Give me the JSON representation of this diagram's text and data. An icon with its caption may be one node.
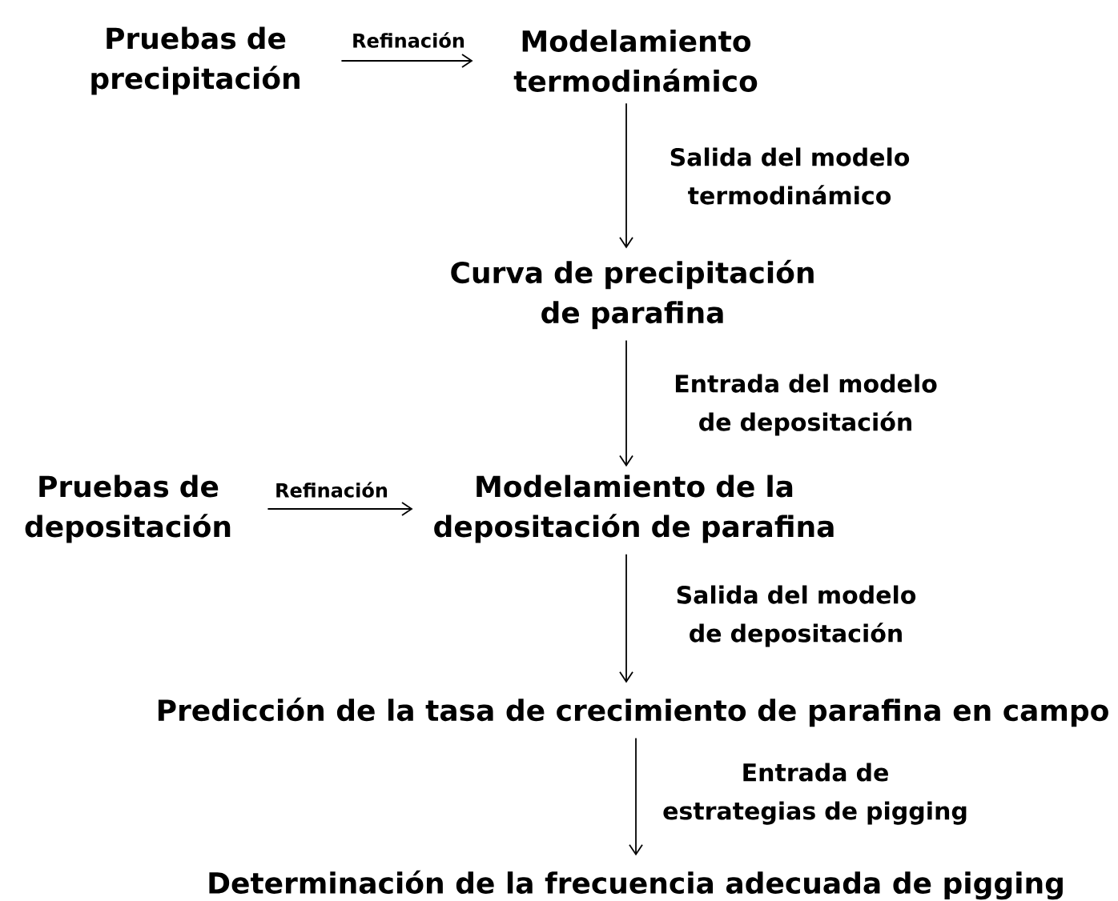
{
  "diagram": {
    "nodes": [
      {
        "text": [
          "Pruebas de precipitación"
        ]
      },
      {
        "text": [
          "Modelamiento termodinámico"
        ]
      },
      {
        "text": [
          "Curva de precipitación de parafina"
        ]
      },
      {
        "text": [
          "Pruebas de depositación"
        ]
      },
      {
        "text": [
          "Modelamiento de la depositación de parafina"
        ]
      },
      {
        "text": [
          "Predicción de la tasa de crecimiento de parafina en campo"
        ]
      },
      {
        "text": [
          "Determinación de la frecuencia adecuada de pigging"
        ]
      }
    ],
    "edges": [
      {
        "from": 0,
        "to": 1,
        "arrow": "to",
        "label": "Refinación"
      },
      {
        "from": 1,
        "to": 2,
        "arrow": "to",
        "label": "Salida del modelo termodinámico"
      },
      {
        "from": 2,
        "to": 4,
        "arrow": "to",
        "label": "Entrada del modelo de depositación"
      },
      {
        "from": 3,
        "to": 4,
        "arrow": "to",
        "label": "Refinación"
      },
      {
        "from": 4,
        "to": 5,
        "arrow": "to",
        "label": "Salida del modelo de depositación"
      },
      {
        "from": 5,
        "to": 6,
        "arrow": "to",
        "label": "Entrada de estrategias de pigging"
      }
    ]
  }
}
